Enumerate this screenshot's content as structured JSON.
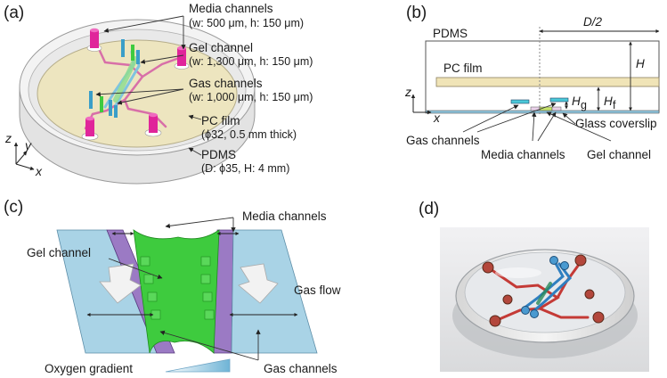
{
  "panels": {
    "a": {
      "label": "(a)",
      "media_title": "Media channels",
      "media_dims": "(w: 500 μm, h: 150 μm)",
      "gel_title": "Gel channel",
      "gel_dims": "(w: 1,300 μm, h: 150 μm)",
      "gas_title": "Gas channels",
      "gas_dims": "(w: 1,000 μm, h: 150 μm)",
      "pc_title": "PC film",
      "pc_dims": "(ϕ32, 0.5 mm thick)",
      "pdms_title": "PDMS",
      "pdms_dims": "(D: ϕ35, H: 4 mm)",
      "axes": {
        "z": "z",
        "y": "y",
        "x": "x"
      }
    },
    "b": {
      "label": "(b)",
      "pdms": "PDMS",
      "half_d": "D/2",
      "h": "H",
      "pc_film": "PC film",
      "hg": "H",
      "hg_sub": "g",
      "hf": "H",
      "hf_sub": "f",
      "glass": "Glass coverslip",
      "gas_channels": "Gas channels",
      "media_channels": "Media channels",
      "gel_channel": "Gel channel",
      "axes": {
        "z": "z",
        "x": "x"
      }
    },
    "c": {
      "label": "(c)",
      "media_channels": "Media channels",
      "gel_channel": "Gel channel",
      "gas_flow": "Gas flow",
      "oxygen_gradient": "Oxygen gradient",
      "gas_channels": "Gas channels"
    },
    "d": {
      "label": "(d)"
    }
  },
  "colors": {
    "media": "#e0259a",
    "gas": "#3a9ec8",
    "gel": "#3ecb3e",
    "pc_film": "#efe7c3",
    "purple": "#9b7ac4",
    "light_blue": "#a9d3e6"
  }
}
